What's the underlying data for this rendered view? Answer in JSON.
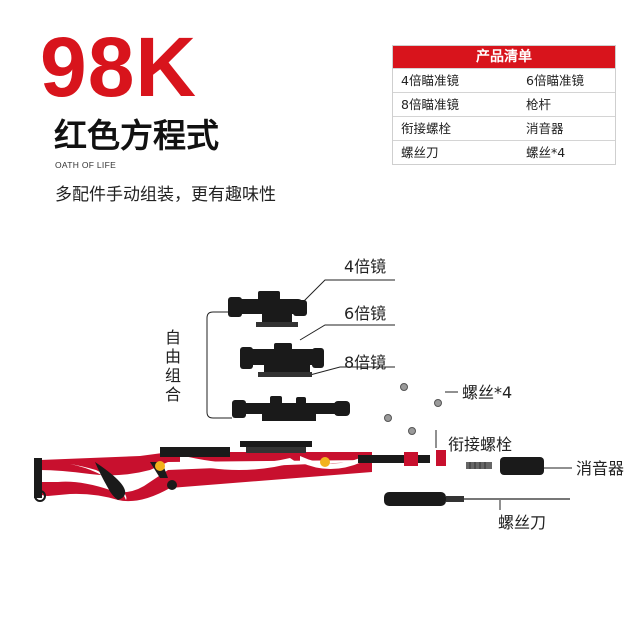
{
  "title": "98K",
  "subtitle": "红色方程式",
  "oath": "OATH OF LIFE",
  "tagline": "多配件手动组装，更有趣味性",
  "product_list": {
    "header": "产品清单",
    "rows": [
      [
        "4倍瞄准镜",
        "6倍瞄准镜"
      ],
      [
        "8倍瞄准镜",
        "枪杆"
      ],
      [
        "衔接螺栓",
        "消音器"
      ],
      [
        "螺丝刀",
        "螺丝*4"
      ]
    ]
  },
  "labels": {
    "scope4": "4倍镜",
    "scope6": "6倍镜",
    "scope8": "8倍镜",
    "free_combo": "自由组合",
    "screws": "螺丝*4",
    "bolt": "衔接螺栓",
    "silencer": "消音器",
    "screwdriver": "螺丝刀"
  },
  "colors": {
    "brand_red": "#d8141c",
    "rifle_red": "#c8102e",
    "metal": "#1a1a1a"
  }
}
